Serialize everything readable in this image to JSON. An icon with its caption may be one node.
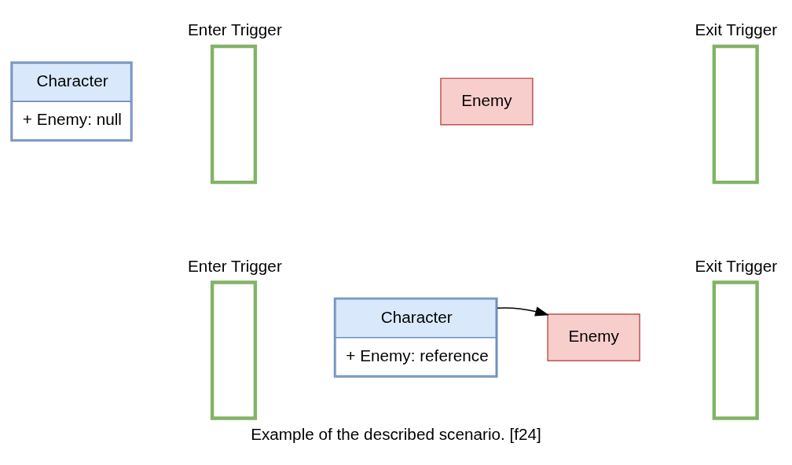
{
  "diagram": {
    "caption": "Example of the described scenario. [f24]",
    "nodes": [
      {
        "text": [
          "Enter Trigger"
        ]
      },
      {
        "text": [
          "Exit Trigger"
        ]
      },
      {
        "text": [
          "Character",
          "+ Enemy: null"
        ]
      },
      {
        "text": [
          "Enemy"
        ]
      },
      {
        "text": [
          "Enter Trigger"
        ]
      },
      {
        "text": [
          "Exit Trigger"
        ]
      },
      {
        "text": [
          "Character",
          "+ Enemy: reference"
        ]
      },
      {
        "text": [
          "Enemy"
        ]
      }
    ],
    "edges": [
      {
        "from": 6,
        "to": 7,
        "arrow": "to"
      }
    ]
  }
}
